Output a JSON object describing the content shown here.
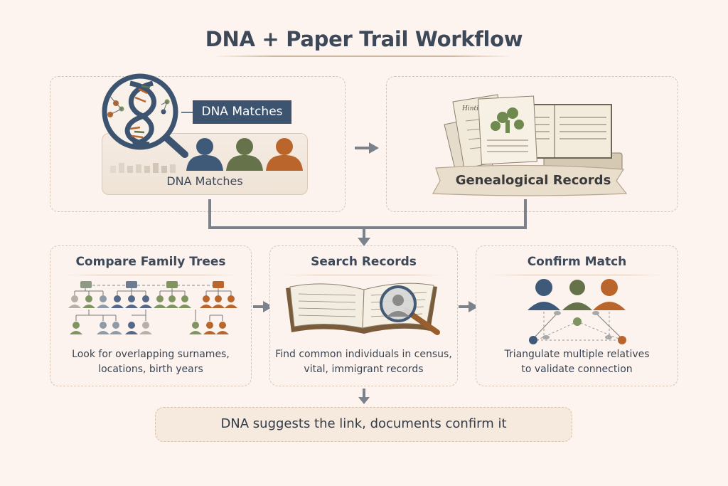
{
  "title": "DNA + Paper Trail Workflow",
  "top_panels": {
    "dna": {
      "badge_label": "DNA Matches",
      "tray_label": "DNA Matches",
      "icon": "dna-magnifier-icon"
    },
    "records": {
      "banner_label": "Genealogical Records",
      "icon": "records-stack-icon"
    }
  },
  "steps": [
    {
      "title": "Compare Family Trees",
      "desc_line1": "Look for overlapping surnames,",
      "desc_line2": "locations, birth years",
      "icon": "family-tree-icon"
    },
    {
      "title": "Search Records",
      "desc_line1": "Find common individuals in census,",
      "desc_line2": "vital, immigrant records",
      "icon": "book-magnifier-icon"
    },
    {
      "title": "Confirm Match",
      "desc_line1": "Triangulate multiple relatives",
      "desc_line2": "to validate connection",
      "icon": "triangulation-icon"
    }
  ],
  "summary": "DNA suggests the link, documents confirm it",
  "colors": {
    "blue": "#3f5a78",
    "green": "#66734a",
    "orange": "#b9652c",
    "arrow": "#7b828c",
    "background": "#fdf4f0"
  }
}
